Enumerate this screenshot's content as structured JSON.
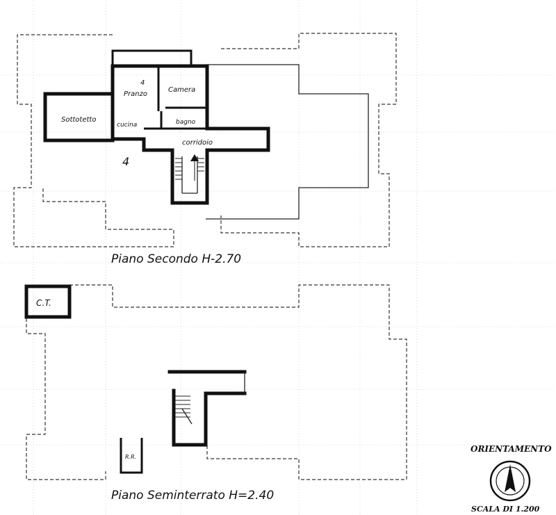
{
  "upper_plan": {
    "title": "Piano Secondo H-2.70",
    "rooms": {
      "sottotetto": "Sottotetto",
      "pranzo": "Pranzo",
      "camera": "Camera",
      "cucina": "cucina",
      "bagno": "bagno",
      "corridoio": "corridoio"
    },
    "marks": {
      "upper_number": "4",
      "lower_number": "4"
    }
  },
  "lower_plan": {
    "title": "Piano Seminterrato H=2.40",
    "rooms": {
      "ct": "C.T.",
      "rr": "R.R."
    }
  },
  "orientation": {
    "label": "ORIENTAMENTO",
    "scale": "SCALA DI 1.200"
  }
}
